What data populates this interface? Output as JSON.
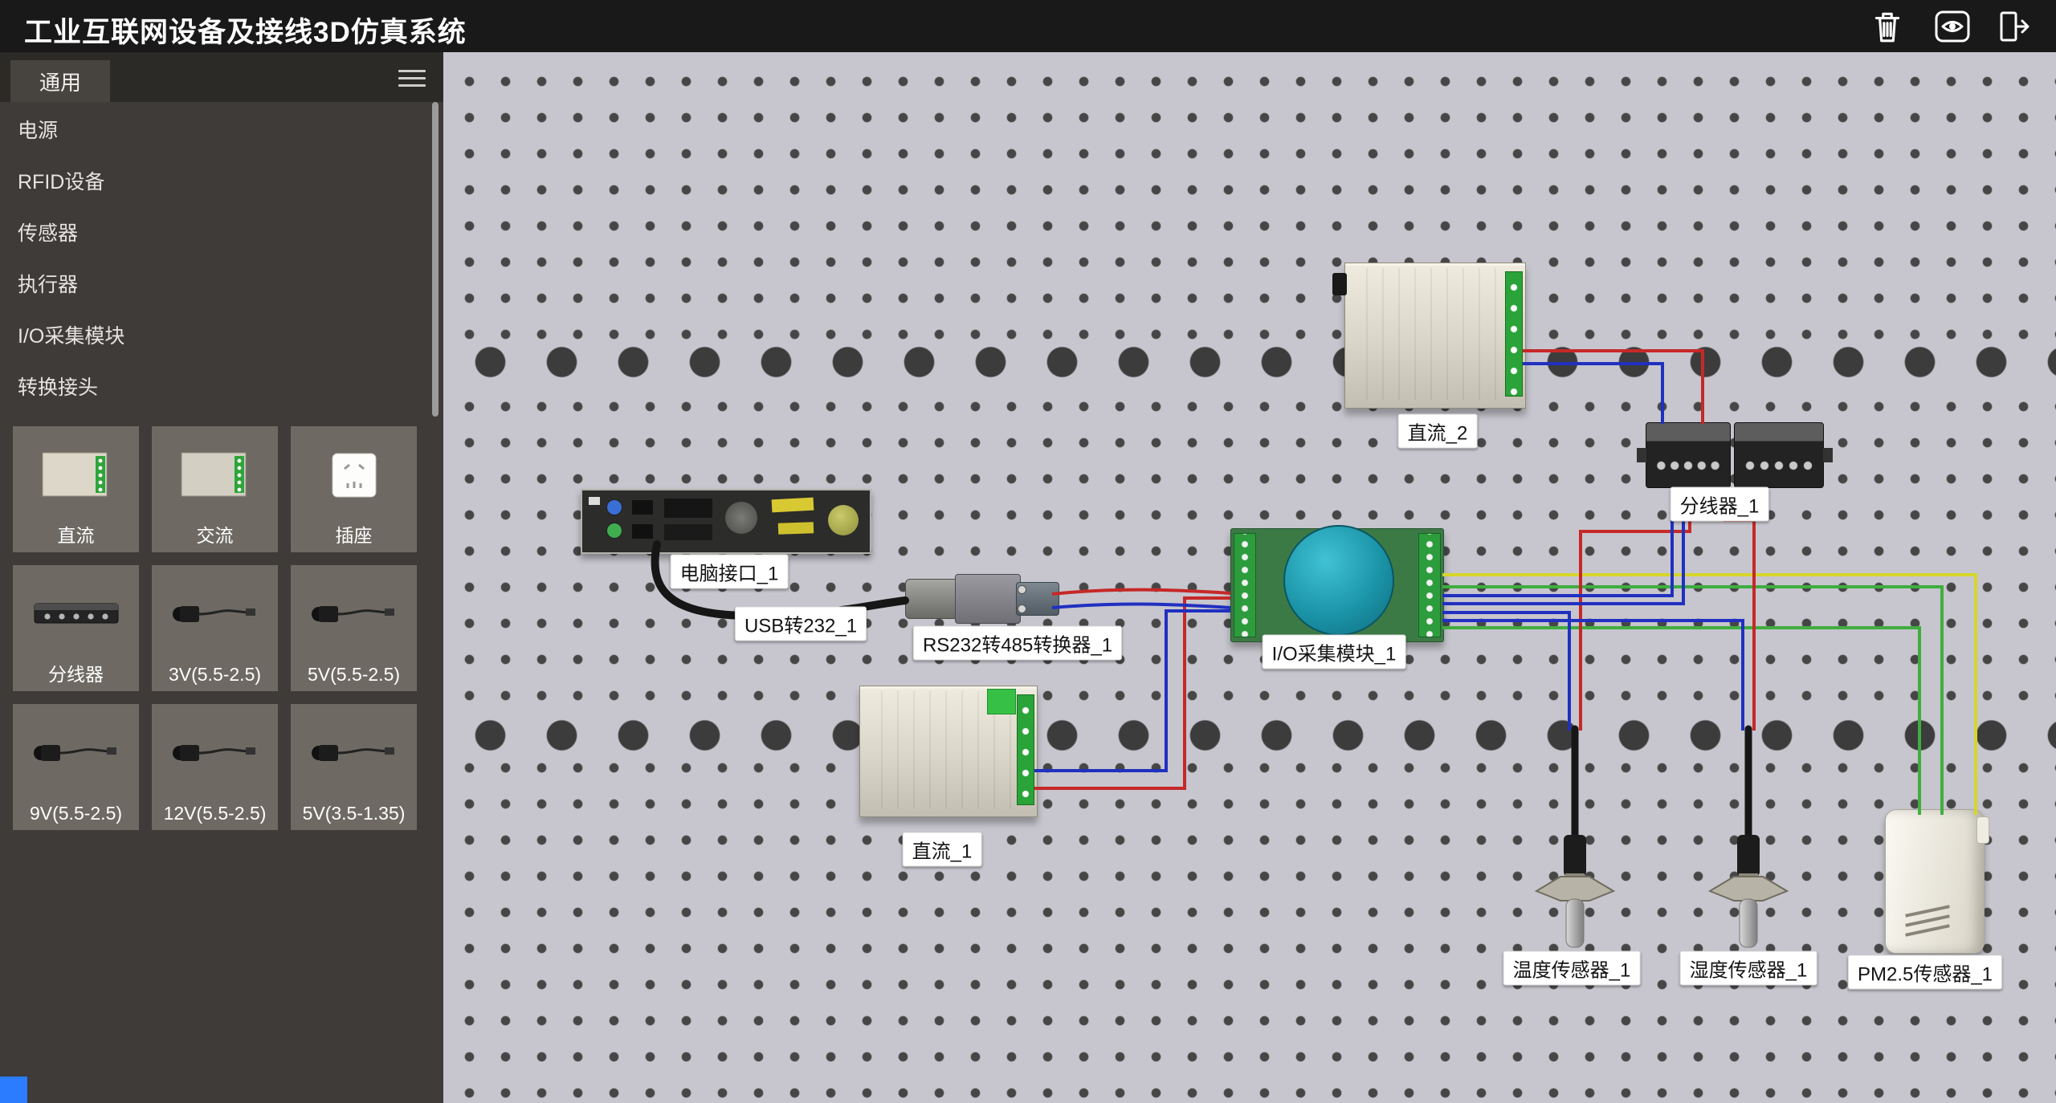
{
  "app": {
    "title": "工业互联网设备及接线3D仿真系统"
  },
  "topbar": {
    "buttons": [
      {
        "icon": "trash-icon"
      },
      {
        "icon": "eye-view-icon"
      },
      {
        "icon": "exit-icon"
      }
    ]
  },
  "sidebar": {
    "tab": "通用",
    "menu_items": [
      "电源",
      "RFID设备",
      "传感器",
      "执行器",
      "I/O采集模块",
      "转换接头"
    ],
    "tiles": [
      {
        "label": "直流",
        "icon": "dc-power-icon"
      },
      {
        "label": "交流",
        "icon": "ac-power-icon"
      },
      {
        "label": "插座",
        "icon": "socket-icon"
      },
      {
        "label": "分线器",
        "icon": "splitter-icon"
      },
      {
        "label": "3V(5.5-2.5)",
        "icon": "plug-icon"
      },
      {
        "label": "5V(5.5-2.5)",
        "icon": "plug-icon"
      },
      {
        "label": "9V(5.5-2.5)",
        "icon": "plug-icon"
      },
      {
        "label": "12V(5.5-2.5)",
        "icon": "plug-icon"
      },
      {
        "label": "5V(3.5-1.35)",
        "icon": "plug-icon"
      }
    ]
  },
  "canvas": {
    "components": [
      {
        "id": "dc2",
        "label": "直流_2"
      },
      {
        "id": "pc",
        "label": "电脑接口_1"
      },
      {
        "id": "usb232",
        "label": "USB转232_1"
      },
      {
        "id": "rs232485",
        "label": "RS232转485转换器_1"
      },
      {
        "id": "io",
        "label": "I/O采集模块_1"
      },
      {
        "id": "splitter1",
        "label": "分线器_1"
      },
      {
        "id": "dc1",
        "label": "直流_1"
      },
      {
        "id": "temp",
        "label": "温度传感器_1"
      },
      {
        "id": "hum",
        "label": "湿度传感器_1"
      },
      {
        "id": "pm25",
        "label": "PM2.5传感器_1"
      }
    ],
    "wire_colors": {
      "red": "#c62828",
      "blue": "#2030c0",
      "green": "#3fae3f",
      "yellow": "#d6d62a",
      "black": "#161616"
    }
  }
}
